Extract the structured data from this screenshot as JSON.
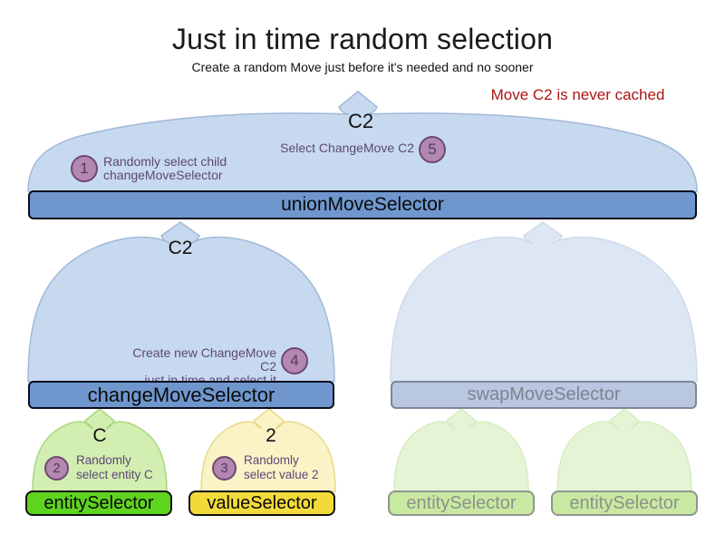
{
  "header": {
    "title": "Just in time random selection",
    "subtitle": "Create a random Move just before it's needed and no sooner",
    "note": "Move C2 is never cached"
  },
  "selectors": {
    "union": "unionMoveSelector",
    "change": "changeMoveSelector",
    "swap": "swapMoveSelector",
    "entity": "entitySelector",
    "value": "valueSelector",
    "entity_faded_left": "entitySelector",
    "entity_faded_right": "entitySelector"
  },
  "flow_labels": {
    "union_move": "C2",
    "change_move": "C2",
    "entity": "C",
    "value": "2"
  },
  "steps": {
    "s1": {
      "num": "1",
      "line1": "Randomly select child",
      "line2": "changeMoveSelector"
    },
    "s2": {
      "num": "2",
      "line1": "Randomly",
      "line2": "select entity C"
    },
    "s3": {
      "num": "3",
      "line1": "Randomly",
      "line2": "select value 2"
    },
    "s4": {
      "num": "4",
      "line1": "Create new ChangeMove C2",
      "line2": "just in time and select it"
    },
    "s5": {
      "num": "5",
      "line1": "Select ChangeMove C2"
    }
  },
  "colors": {
    "dome_blue": "#c7d9ef",
    "dome_blue_faded": "#dde7f4",
    "bar_blue": "#6f97ce",
    "bar_swap_faded": "#b9c7e0",
    "bar_entity_green": "#5fd41f",
    "bar_value_yellow": "#f2da3b",
    "bar_entity_faded": "#c9e9a2",
    "dome_green": "#d2eeb0",
    "dome_yellow": "#faf3c5",
    "step_circle_purple": "#b287b0",
    "step_text_purple": "#5d4877",
    "note_red": "#ad1414"
  }
}
